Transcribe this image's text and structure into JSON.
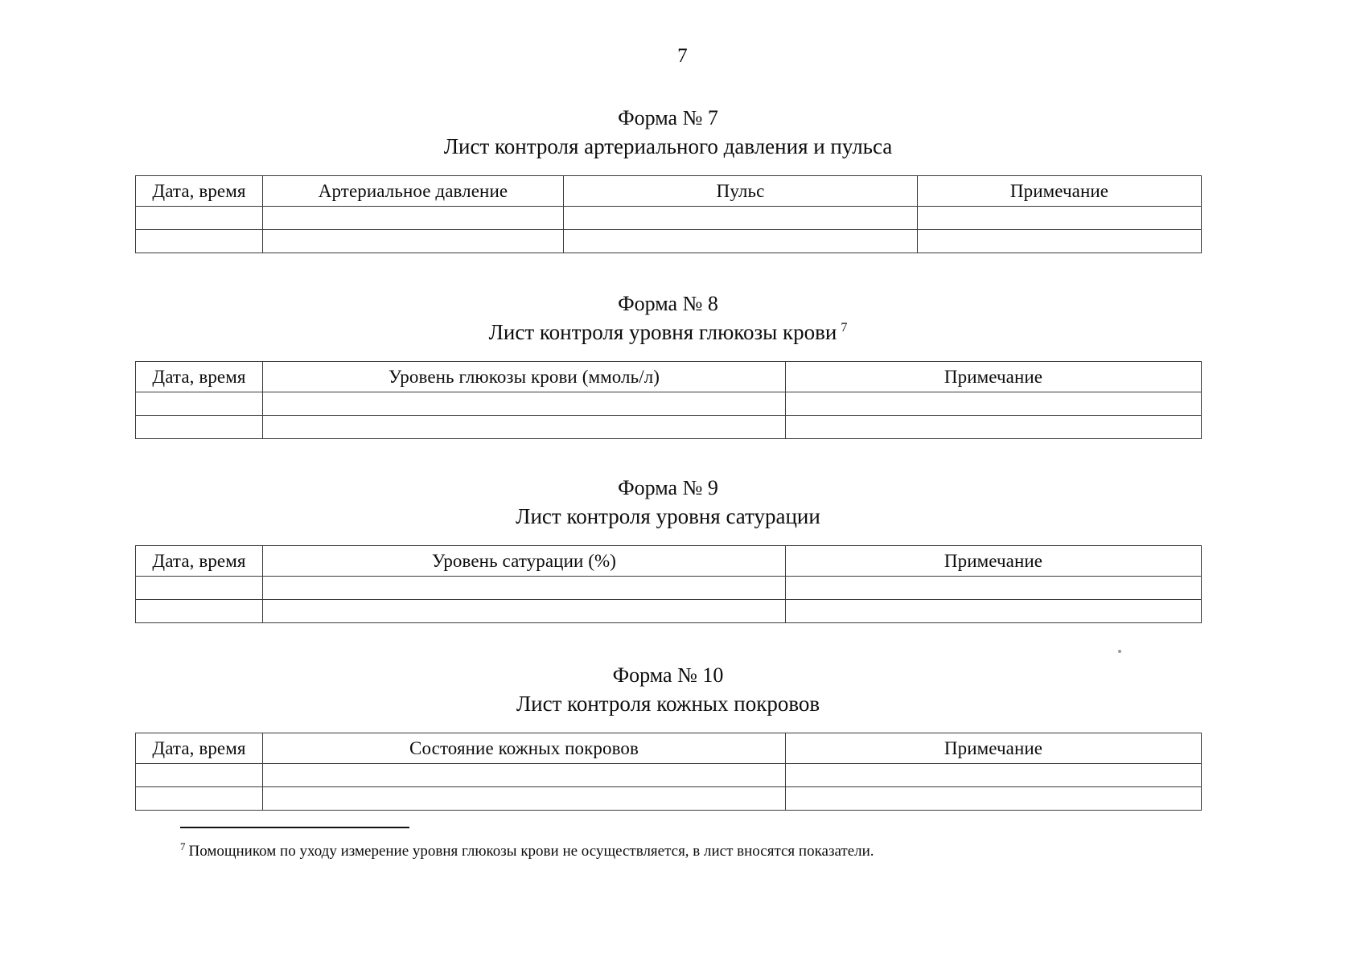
{
  "document": {
    "page_number": "7",
    "language": "ru"
  },
  "forms": [
    {
      "title": "Форма № 7",
      "subtitle": "Лист контроля артериального давления и пульса",
      "footnote_ref": "",
      "columns": [
        "Дата, время",
        "Артериальное давление",
        "Пульс",
        "Примечание"
      ],
      "rows": [
        [
          "",
          "",
          "",
          ""
        ],
        [
          "",
          "",
          "",
          ""
        ]
      ]
    },
    {
      "title": "Форма № 8",
      "subtitle": "Лист контроля уровня глюкозы крови",
      "footnote_ref": "7",
      "columns": [
        "Дата, время",
        "Уровень глюкозы крови (ммоль/л)",
        "Примечание"
      ],
      "rows": [
        [
          "",
          "",
          ""
        ],
        [
          "",
          "",
          ""
        ]
      ]
    },
    {
      "title": "Форма № 9",
      "subtitle": "Лист контроля уровня сатурации",
      "footnote_ref": "",
      "columns": [
        "Дата, время",
        "Уровень сатурации (%)",
        "Примечание"
      ],
      "rows": [
        [
          "",
          "",
          ""
        ],
        [
          "",
          "",
          ""
        ]
      ]
    },
    {
      "title": "Форма № 10",
      "subtitle": "Лист контроля кожных покровов",
      "footnote_ref": "",
      "columns": [
        "Дата, время",
        "Состояние кожных покровов",
        "Примечание"
      ],
      "rows": [
        [
          "",
          "",
          ""
        ],
        [
          "",
          "",
          ""
        ]
      ]
    }
  ],
  "footnote": {
    "number": "7",
    "text": "Помощником по уходу измерение уровня глюкозы крови не осуществляется, в лист вносятся показатели."
  },
  "colors": {
    "text": "#0d0d0d",
    "table_border": "#3b3b3b",
    "page_background": "#ffffff"
  }
}
